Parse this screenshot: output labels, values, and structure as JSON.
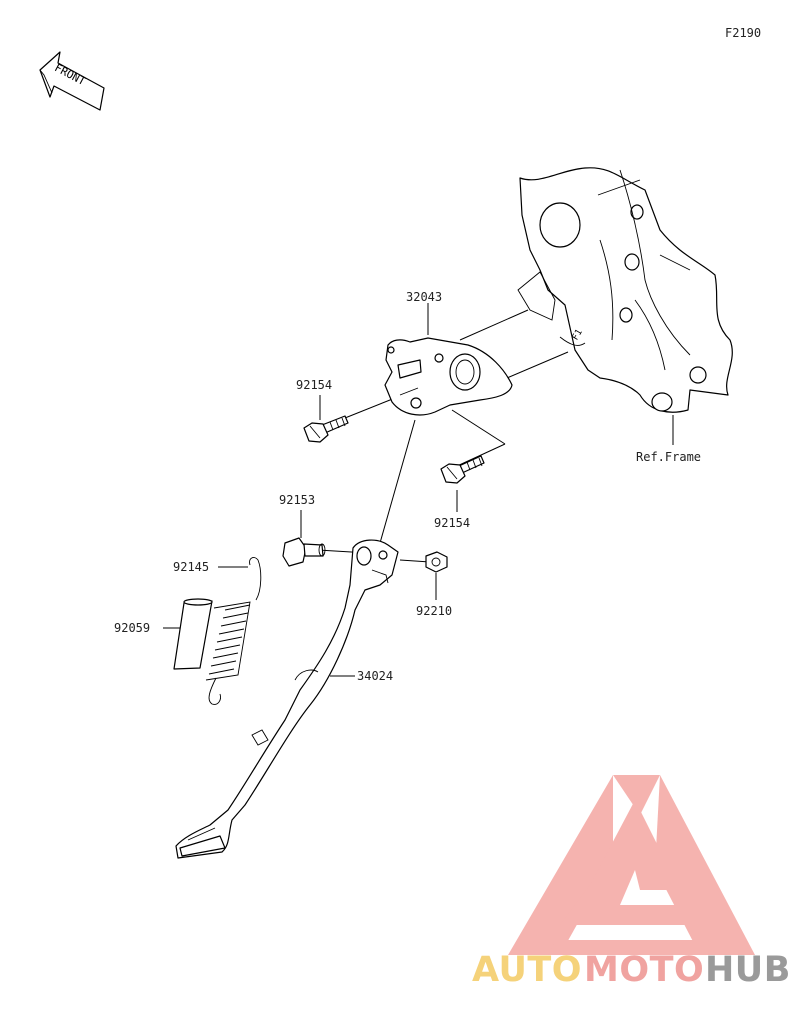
{
  "figure_code": "F2190",
  "front_indicator": "FRONT",
  "reference_label": "Ref.Frame",
  "parts": [
    {
      "id": "p32043",
      "number": "32043"
    },
    {
      "id": "p92154a",
      "number": "92154"
    },
    {
      "id": "p92154b",
      "number": "92154"
    },
    {
      "id": "p92153",
      "number": "92153"
    },
    {
      "id": "p92145",
      "number": "92145"
    },
    {
      "id": "p92059",
      "number": "92059"
    },
    {
      "id": "p92210",
      "number": "92210"
    },
    {
      "id": "p34024",
      "number": "34024"
    }
  ],
  "watermark": {
    "word_1": "AUTO",
    "word_2": "MOTO",
    "word_3": "HUB",
    "colors": {
      "auto": "#f5d27a",
      "moto": "#f0a3a0",
      "hub": "#9a9a9a",
      "logo": "#f4a6a2"
    }
  }
}
